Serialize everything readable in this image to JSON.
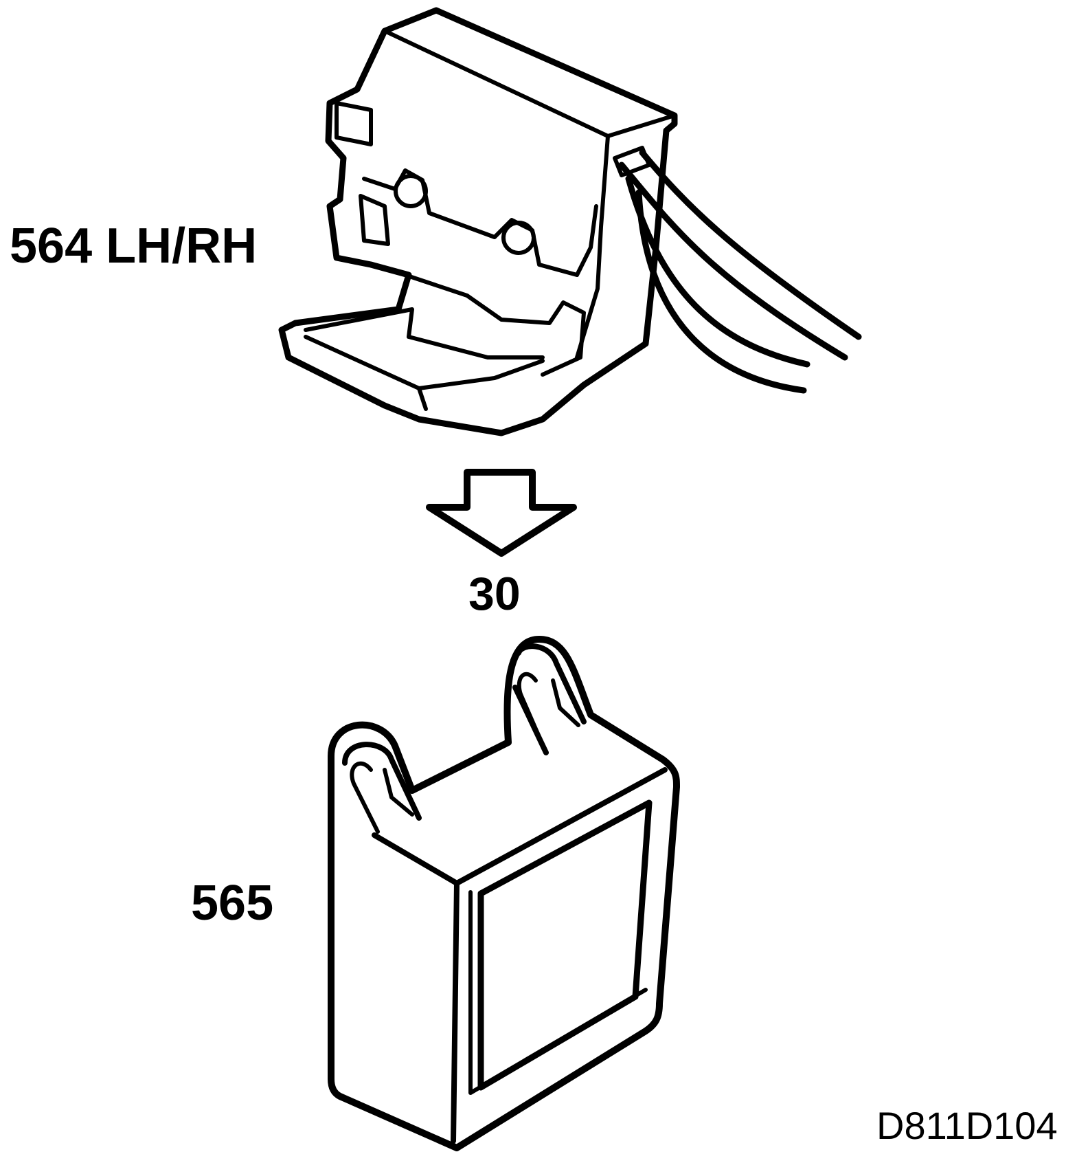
{
  "parts": {
    "upper_part_label": "564 LH/RH",
    "lower_part_label": "565",
    "arrow_label": "30"
  },
  "drawing_code": "D811D104",
  "colors": {
    "stroke": "#000000",
    "background": "#ffffff"
  }
}
